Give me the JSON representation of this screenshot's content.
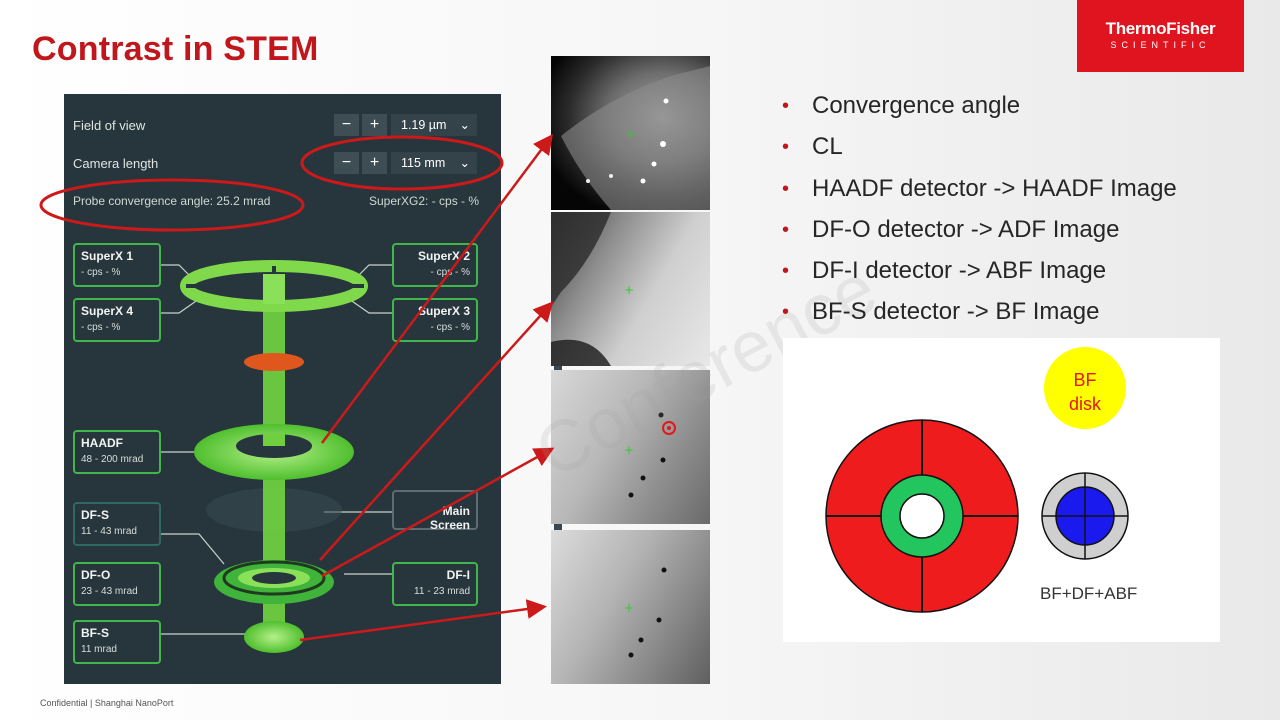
{
  "slide": {
    "title": "Contrast in STEM",
    "logo": {
      "line1": "ThermoFisher",
      "line2": "SCIENTIFIC"
    },
    "footer": "Confidential | Shanghai NanoPort",
    "watermark": "Conference"
  },
  "panel": {
    "field_of_view": {
      "label": "Field of view",
      "value": "1.19 µm"
    },
    "camera_length": {
      "label": "Camera length",
      "value": "115 mm"
    },
    "convergence": "Probe convergence angle: 25.2 mrad",
    "superxg2": "SuperXG2: - cps - %",
    "minus": "−",
    "plus": "+",
    "detectors": {
      "superx1": {
        "name": "SuperX 1",
        "sub": "- cps - %"
      },
      "superx2": {
        "name": "SuperX 2",
        "sub": "- cps - %"
      },
      "superx3": {
        "name": "SuperX 3",
        "sub": "- cps - %"
      },
      "superx4": {
        "name": "SuperX 4",
        "sub": "- cps - %"
      },
      "haadf": {
        "name": "HAADF",
        "sub": "48 - 200 mrad"
      },
      "dfs": {
        "name": "DF-S",
        "sub": "11 - 43 mrad"
      },
      "dfo": {
        "name": "DF-O",
        "sub": "23 - 43 mrad"
      },
      "dfi": {
        "name": "DF-I",
        "sub": "11 - 23 mrad"
      },
      "bfs": {
        "name": "BF-S",
        "sub": "11 mrad"
      },
      "mainscreen": {
        "name": "Main Screen"
      }
    }
  },
  "bullets": [
    "Convergence angle",
    "CL",
    "HAADF detector -> HAADF Image",
    "DF-O detector -> ADF Image",
    "DF-I detector -> ABF Image",
    "BF-S detector -> BF Image"
  ],
  "diagram": {
    "bf_disk": "BF\ndisk",
    "caption": "BF+DF+ABF",
    "colors": {
      "outer": "#ee1c1c",
      "ring": "#22c55e",
      "disk": "#ffff00",
      "blue": "#1a1aee"
    }
  }
}
